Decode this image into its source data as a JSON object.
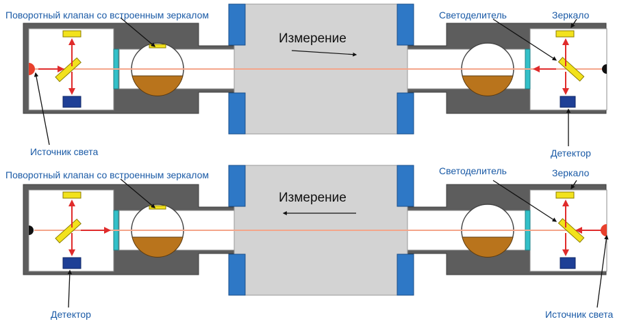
{
  "colors": {
    "housing": "#5d5d5d",
    "pipe": "#d3d3d3",
    "flange": "#2e78c6",
    "mirror": "#f2e21c",
    "detector": "#1e3f96",
    "source": "#e8402c",
    "beam": "#f4a58a",
    "arrow": "#e02b2b",
    "ball": "#b9741c",
    "window": "#33c0c8",
    "label": "#1a5aa6"
  },
  "panels": [
    {
      "direction": "right",
      "measurement": "Измерение",
      "valve_label": "Поворотный клапан со встроенным зеркалом",
      "beamsplitter_label": "Светоделитель",
      "mirror_label": "Зеркало",
      "bottom_left_label": "Источник света",
      "bottom_right_label": "Детектор"
    },
    {
      "direction": "left",
      "measurement": "Измерение",
      "valve_label": "Поворотный клапан со встроенным зеркалом",
      "beamsplitter_label": "Светоделитель",
      "mirror_label": "Зеркало",
      "bottom_left_label": "Детектор",
      "bottom_right_label": "Источник света"
    }
  ]
}
